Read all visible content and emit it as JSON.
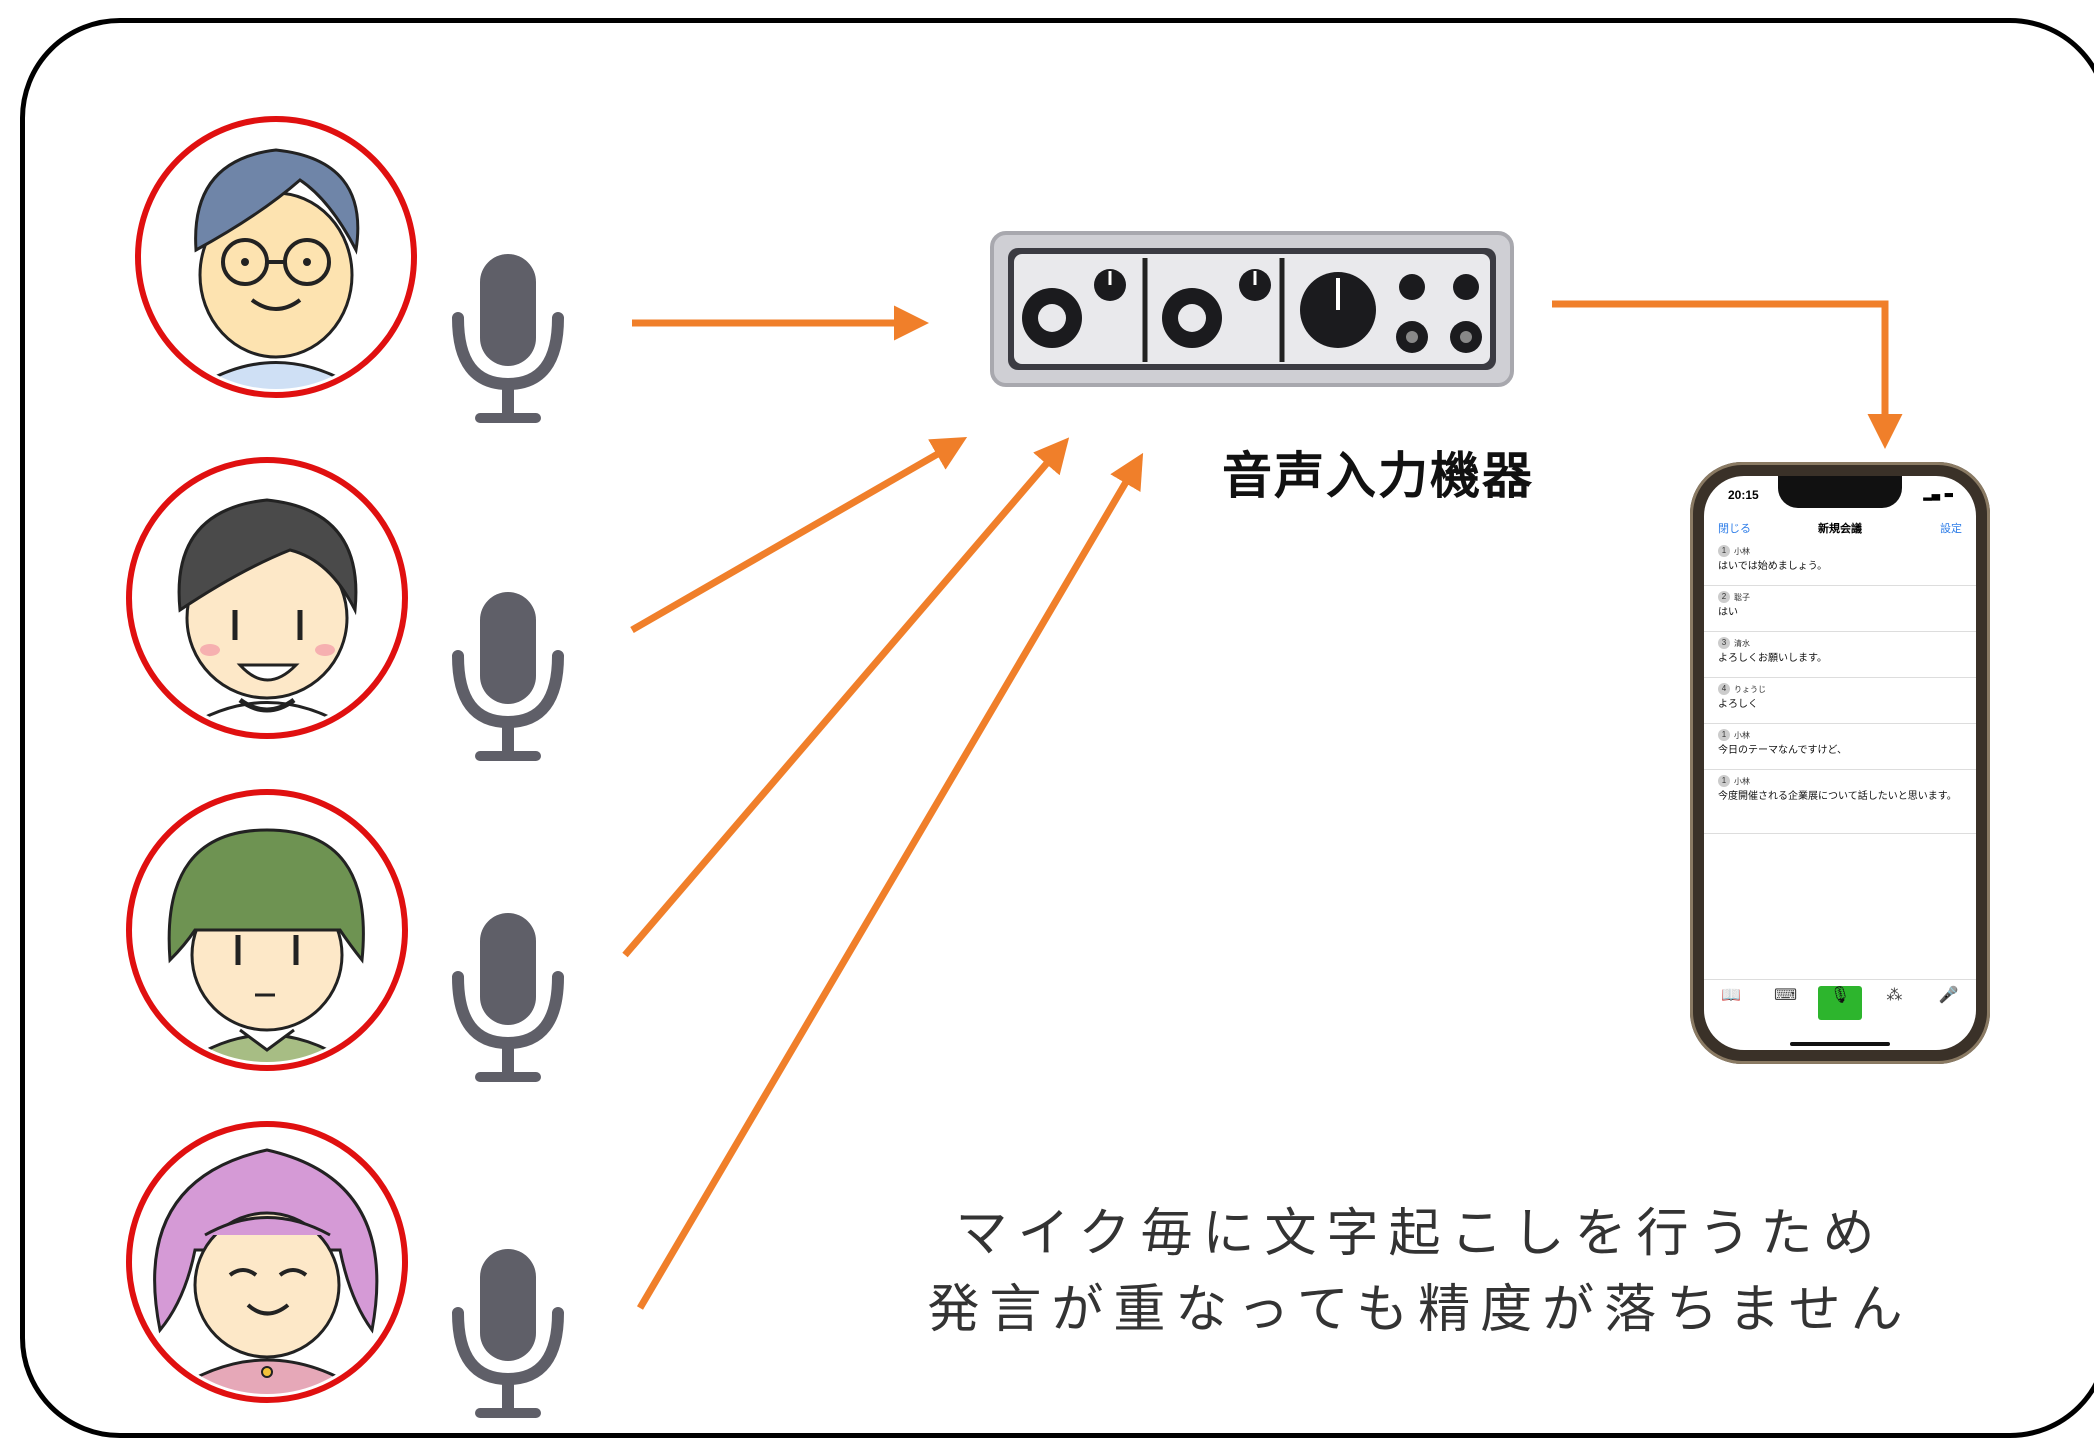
{
  "device_label": "音声入力機器",
  "caption_line1": "マイク毎に文字起こしを行うため",
  "caption_line2": "発言が重なっても精度が落ちません",
  "colors": {
    "arrow": "#f07f2a",
    "avatar_ring": "#e01010",
    "mic": "#5f5f68",
    "frame": "#000000"
  },
  "people": [
    {
      "name": "avatar-man-glasses",
      "hair": "#6f85a8",
      "shirt": "#cfe0f5"
    },
    {
      "name": "avatar-dark-hair",
      "hair": "#4a4a4a",
      "shirt": "#ffffff"
    },
    {
      "name": "avatar-green-hair",
      "hair": "#6e9352",
      "shirt": "#a7bd84"
    },
    {
      "name": "avatar-pink-hair",
      "hair": "#d59ad6",
      "shirt": "#e6a8b8"
    }
  ],
  "phone": {
    "time": "20:15",
    "close": "閉じる",
    "title": "新規会議",
    "settings": "設定",
    "messages": [
      {
        "num": "1",
        "speaker": "小林",
        "text": "はいでは始めましょう。"
      },
      {
        "num": "2",
        "speaker": "聡子",
        "text": "はい"
      },
      {
        "num": "3",
        "speaker": "清水",
        "text": "よろしくお願いします。"
      },
      {
        "num": "4",
        "speaker": "りょうじ",
        "text": "よろしく"
      },
      {
        "num": "1",
        "speaker": "小林",
        "text": "今日のテーマなんですけど、"
      },
      {
        "num": "1",
        "speaker": "小林",
        "text": "今度開催される企業展について話したいと思います。"
      }
    ]
  }
}
